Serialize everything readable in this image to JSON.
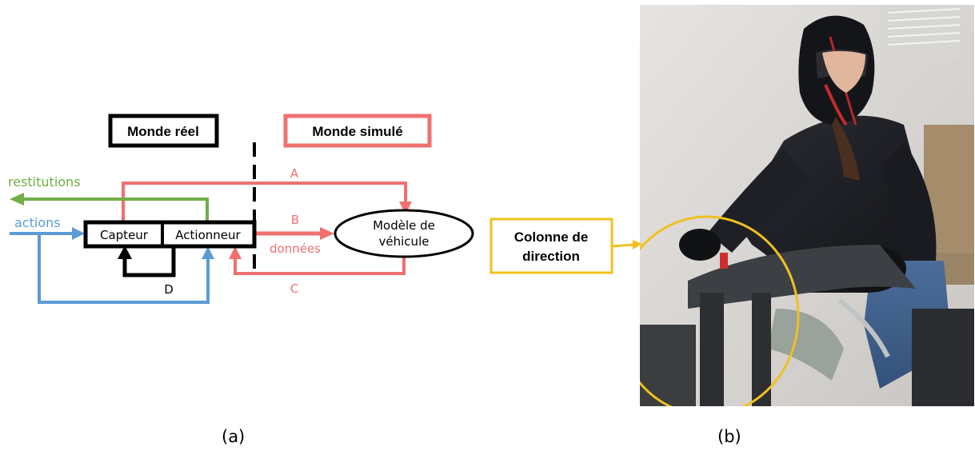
{
  "diagram": {
    "real_world_label": "Monde réel",
    "simulated_world_label": "Monde simulé",
    "restitutions_label": "restitutions",
    "actions_label": "actions",
    "sensor_label": "Capteur",
    "actuator_label": "Actionneur",
    "model_label_line1": "Modèle de",
    "model_label_line2": "véhicule",
    "data_label": "données",
    "path_a": "A",
    "path_b": "B",
    "path_c": "C",
    "path_d": "D",
    "colors": {
      "red": "#f07070",
      "green": "#70ad47",
      "blue": "#5b9bd5",
      "black": "#000000",
      "yellow": "#f0c020"
    }
  },
  "photo": {
    "callout_line1": "Colonne de",
    "callout_line2": "direction"
  },
  "captions": {
    "a": "(a)",
    "b": "(b)"
  }
}
